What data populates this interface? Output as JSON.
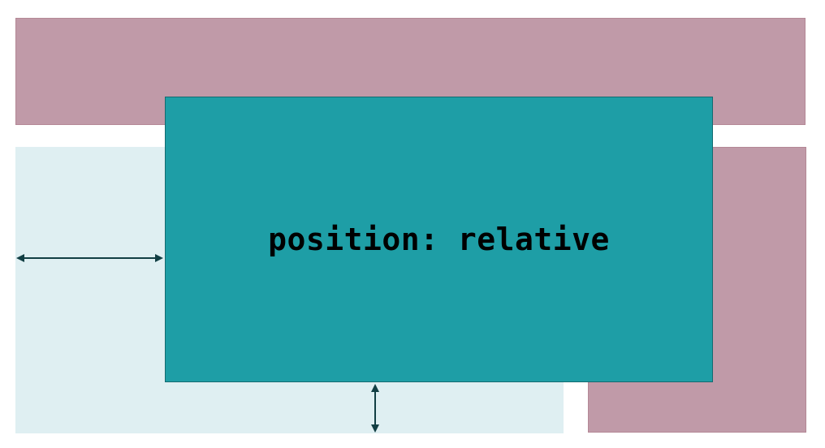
{
  "colors": {
    "sibling": "#c09aa8",
    "original_position": "#dfeff2",
    "relative_box": "#1e9ea6",
    "arrow": "#123f44"
  },
  "relative_box": {
    "label": "position: relative"
  },
  "arrows": [
    {
      "name": "horizontal-offset-arrow",
      "direction": "horizontal"
    },
    {
      "name": "vertical-offset-arrow",
      "direction": "vertical"
    }
  ]
}
